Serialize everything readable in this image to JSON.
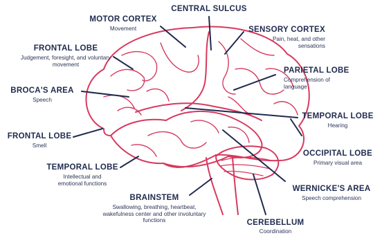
{
  "labels": {
    "central_sulcus": {
      "title": "CENTRAL SULCUS"
    },
    "motor_cortex": {
      "title": "MOTOR CORTEX",
      "desc": "Movement"
    },
    "sensory_cortex": {
      "title": "SENSORY CORTEX",
      "desc": "Pain, heat, and other sensations"
    },
    "frontal_lobe_top": {
      "title": "FRONTAL LOBE",
      "desc": "Judgement, foresight, and voluntary movement"
    },
    "parietal_lobe": {
      "title": "PARIETAL LOBE",
      "desc": "Comprehension of language"
    },
    "brocas_area": {
      "title": "BROCA'S AREA",
      "desc": "Speech"
    },
    "temporal_lobe_right": {
      "title": "TEMPORAL LOBE",
      "desc": "Hearing"
    },
    "frontal_lobe_bottom": {
      "title": "FRONTAL LOBE",
      "desc": "Smell"
    },
    "occipital_lobe": {
      "title": "OCCIPITAL LOBE",
      "desc": "Primary visual area"
    },
    "temporal_lobe_left": {
      "title": "TEMPORAL LOBE",
      "desc": "Intellectual and emotional functions"
    },
    "wernickes_area": {
      "title": "WERNICKE'S AREA",
      "desc": "Speech comprehension"
    },
    "brainstem": {
      "title": "BRAINSTEM",
      "desc": "Swallowing, breathing, heartbeat, wakefulness center and other involuntary functions"
    },
    "cerebellum": {
      "title": "CEREBELLUM",
      "desc": "Coordination"
    }
  },
  "colors": {
    "brain_outline": "#d7385e",
    "label_text": "#1f2a4d",
    "leader_lines": "#1f2a4d",
    "background": "#ffffff"
  }
}
